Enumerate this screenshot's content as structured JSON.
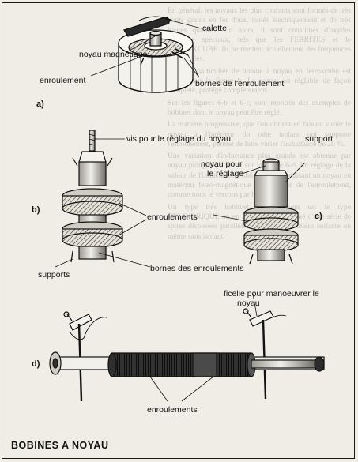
{
  "background_text": [
    "En général, les noyaux les plus courants sont formés de très petits grains en fer doux, isolés électriquement et de très hautes qualités. Or, alors, il sont constitués d'oxydes ferriques spéciaux, tels que les FERRITES et le FERROXCUBE. Ils permettent actuellement des fréquences très élevées.",
    "Un type particulier de bobine à noyau en ferroxcube est illustré sur la figure b. Le noyau est réglable de façon complète, protégé complètement.",
    "Sur les figures 6-b et 6-c, sont montrés des exemples de bobines dont le noyau peut être réglé.",
    "La manière progressive, que l'on obtient en faisant varier le noyau à l'intérieur du tube isolant qui supporte l'enroulement, permet de faire varier l'inductance de 20 %.",
    "Une variation d'inductance plus grande est obtenue par noyau plongeur, comme sur la figure 6-d. Le réglage de la valeur de l'inductance s'obtient en introduisant un noyau en matériau ferro-magnétique à l'intérieur de l'enroulement, comme nous le verrons par la suite.",
    "Un type très habituel d'enroulement est le type CYLINDRIQUE ou en SOLENOÏDE formé d'une série de spires disposées parallèlement sur une matière isolante ou même sans isolant."
  ],
  "labels": {
    "calotte": "calotte",
    "noyau_magnetique": "noyau magnétique",
    "enroulement": "enroulement",
    "bornes_enroulement": "bornes de l'enroulement",
    "vis_reglage": "vis pour le réglage du noyau",
    "support": "support",
    "noyau_reglage_1": "noyau pour",
    "noyau_reglage_2": "le réglage",
    "enroulements_bc": "enroulements",
    "bornes_enroulements": "bornes des enroulements",
    "supports": "supports",
    "ficelle_1": "ficelle pour manoeuvrer le",
    "ficelle_2": "noyau",
    "enroulements_d": "enroulements"
  },
  "figure_labels": {
    "a": "a)",
    "b": "b)",
    "c": "c)",
    "d": "d)"
  },
  "caption": "BOBINES A NOYAU",
  "colors": {
    "ink": "#111111",
    "paper": "#efede6",
    "faded_text": "#c9c6bf"
  }
}
